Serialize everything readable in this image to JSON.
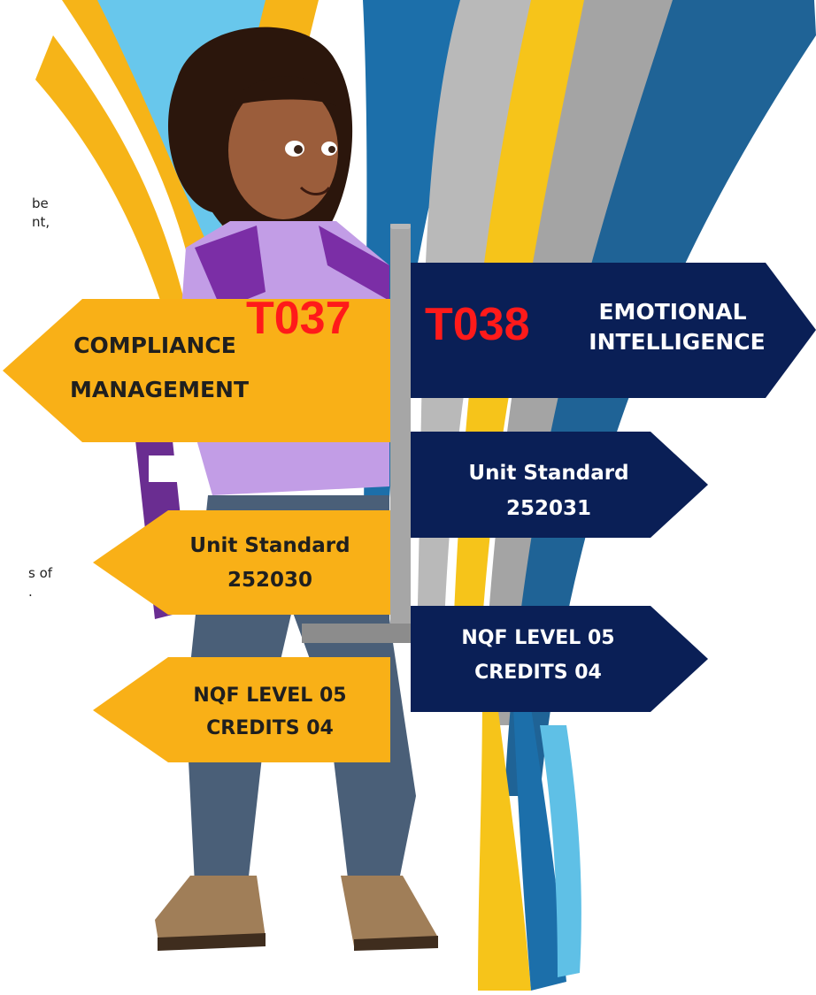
{
  "fragments": [
    "be",
    "nt,",
    "s of",
    "."
  ],
  "left_signs": {
    "title": "COMPLIANCE MANAGEMENT",
    "title_line1": "COMPLIANCE",
    "title_line2": "MANAGEMENT",
    "code": "T037",
    "unit_line1": "Unit Standard",
    "unit_line2": "252030",
    "nqf_line1": "NQF LEVEL 05",
    "nqf_line2": "CREDITS 04"
  },
  "right_signs": {
    "code": "T038",
    "title_line1": "EMOTIONAL",
    "title_line2": "INTELLIGENCE",
    "unit_line1": "Unit Standard",
    "unit_line2": "252031",
    "nqf_line1": "NQF LEVEL 05",
    "nqf_line2": "CREDITS 04"
  },
  "colors": {
    "orange": "#f9b017",
    "navy": "#0a1f56",
    "code_red": "#ff1a1a",
    "pole": "#a6a6a6"
  }
}
